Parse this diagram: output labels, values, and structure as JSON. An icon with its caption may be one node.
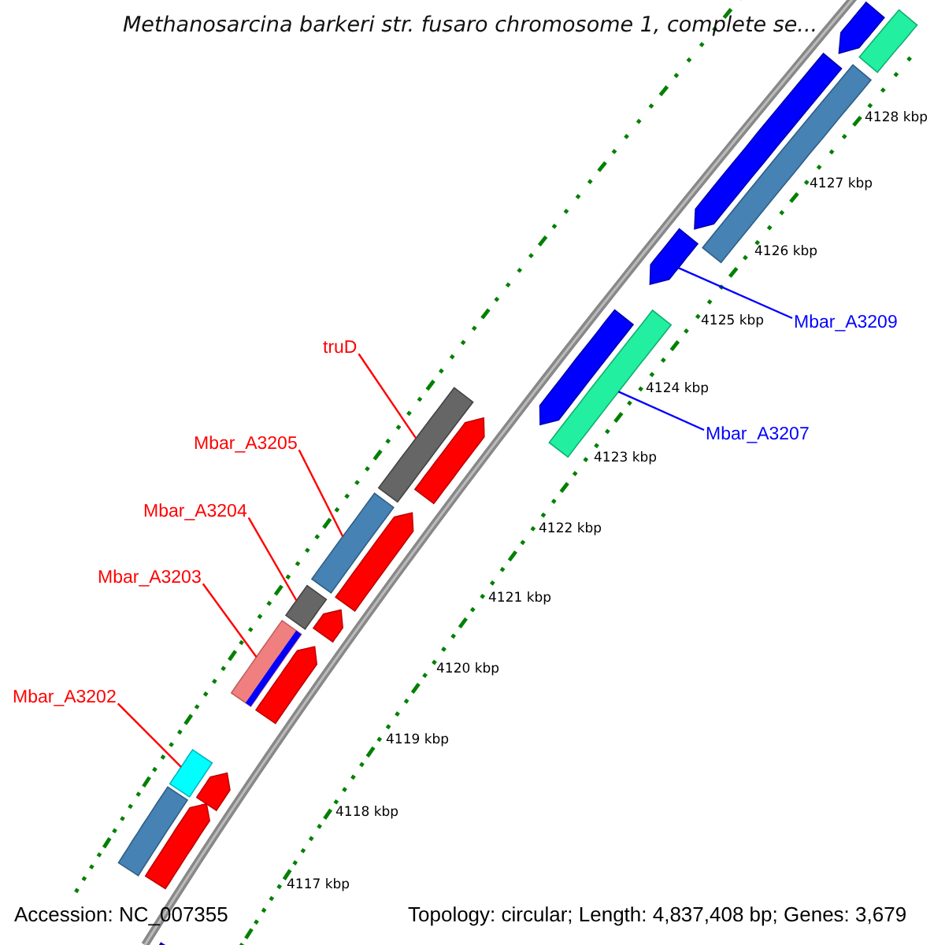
{
  "diagram": {
    "title": "Methanosarcina barkeri str. fusaro chromosome 1, complete se...",
    "nodes": [
      {
        "text": [
          "Mbar_A3209"
        ]
      },
      {
        "text": [],
        "shape": "arrow"
      },
      {
        "text": [
          "truD"
        ]
      },
      {
        "text": [],
        "shape": "bar"
      },
      {
        "text": [
          "Mbar_A3207"
        ]
      },
      {
        "text": [],
        "shape": "bar"
      },
      {
        "text": [
          "Mbar_A3205"
        ]
      },
      {
        "text": [],
        "shape": "bar"
      },
      {
        "text": [
          "Mbar_A3204"
        ]
      },
      {
        "text": [],
        "shape": "bar"
      },
      {
        "text": [
          "Mbar_A3203"
        ]
      },
      {
        "text": [],
        "shape": "bar"
      },
      {
        "text": [
          "Mbar_A3202"
        ]
      },
      {
        "text": [],
        "shape": "bar"
      },
      {
        "text": [],
        "shape": "arrow"
      },
      {
        "text": [],
        "shape": "bar"
      },
      {
        "text": [],
        "shape": "arrow"
      },
      {
        "text": [],
        "shape": "bar"
      },
      {
        "text": [],
        "shape": "arrow"
      },
      {
        "text": [],
        "shape": "arrow"
      },
      {
        "text": [],
        "shape": "arrow"
      },
      {
        "text": [],
        "shape": "arrow"
      },
      {
        "text": [],
        "shape": "arrow"
      },
      {
        "text": [],
        "shape": "arrow"
      },
      {
        "text": [],
        "shape": "bar"
      },
      {
        "text": [],
        "shape": "arrow"
      },
      {
        "text": [],
        "shape": "arrow"
      }
    ],
    "edges": [
      {
        "from": 0,
        "to": 1,
        "arrow": "none",
        "color": "#0000ff"
      },
      {
        "from": 2,
        "to": 3,
        "arrow": "none"
      },
      {
        "from": 4,
        "to": 5,
        "arrow": "none",
        "color": "#0000ff"
      },
      {
        "from": 6,
        "to": 7,
        "arrow": "none"
      },
      {
        "from": 8,
        "to": 9,
        "arrow": "none"
      },
      {
        "from": 10,
        "to": 11,
        "arrow": "none"
      },
      {
        "from": 12,
        "to": 13,
        "arrow": "none"
      }
    ],
    "labels": [
      "4128 kbp",
      "4127 kbp",
      "4126 kbp",
      "4125 kbp",
      "4124 kbp",
      "4123 kbp",
      "4122 kbp",
      "4121 kbp",
      "4120 kbp",
      "4119 kbp",
      "4118 kbp",
      "4117 kbp",
      "Accession: NC_007355",
      "Topology: circular; Length: 4,837,408 bp; Genes: 3,679"
    ]
  }
}
